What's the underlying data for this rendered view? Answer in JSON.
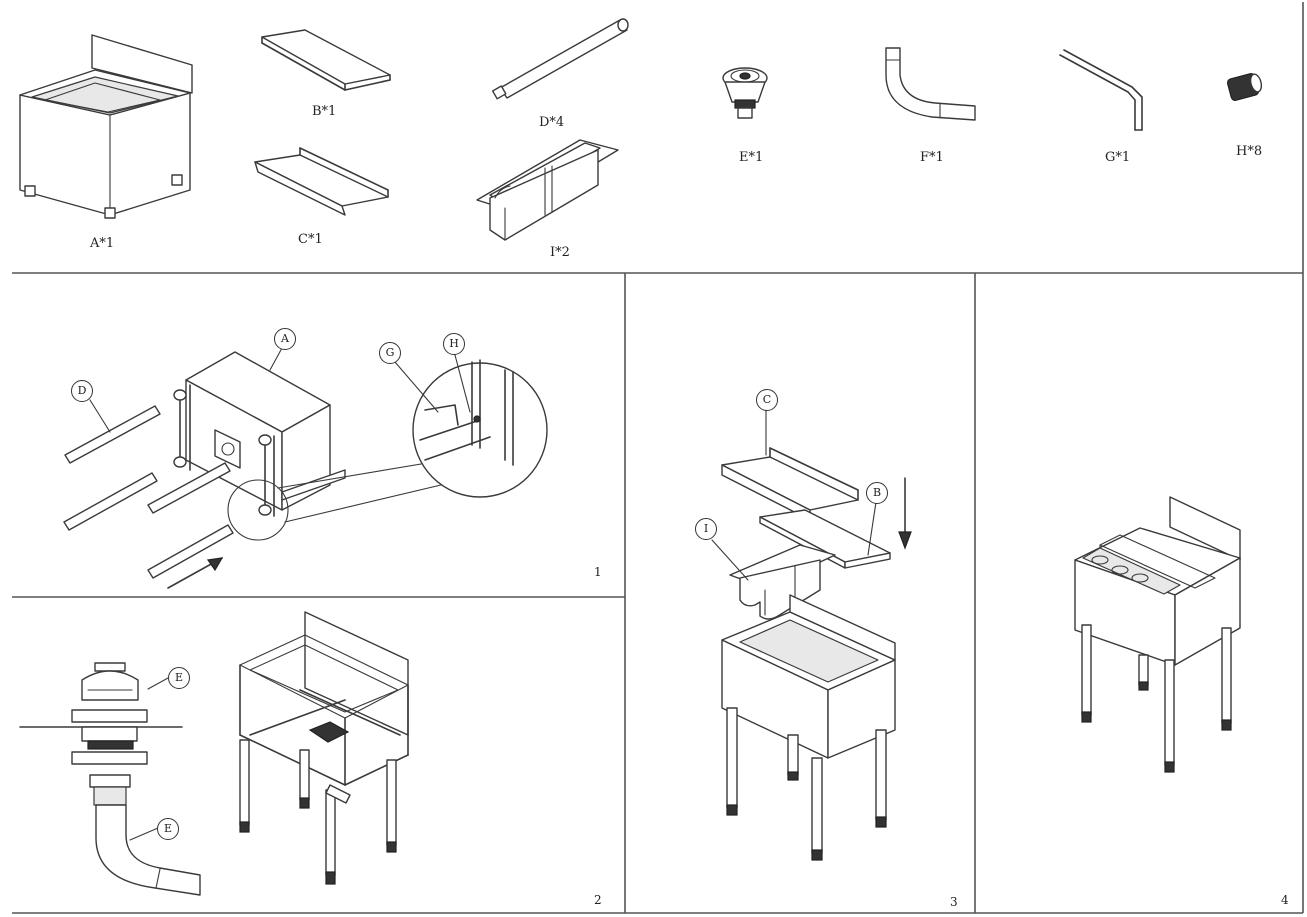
{
  "parts": {
    "a": "A*1",
    "b": "B*1",
    "c": "C*1",
    "d": "D*4",
    "i": "I*2",
    "e": "E*1",
    "f": "F*1",
    "g": "G*1",
    "h": "H*8"
  },
  "callouts": {
    "a": "A",
    "d": "D",
    "g": "G",
    "h": "H",
    "c": "C",
    "b": "B",
    "i": "I",
    "e_top": "E",
    "e_bottom": "E"
  },
  "steps": {
    "s1": "1",
    "s2": "2",
    "s3": "3",
    "s4": "4"
  }
}
